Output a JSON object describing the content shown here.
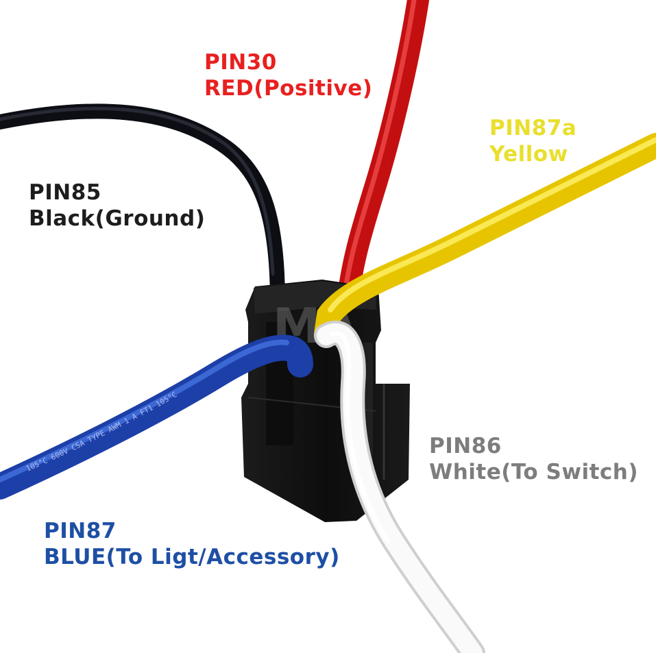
{
  "labels": {
    "pin30": {
      "pin": "PIN30",
      "desc": "RED(Positive)",
      "color": "#e8201f"
    },
    "pin87a": {
      "pin": "PIN87a",
      "desc": "Yellow",
      "color": "#e9df2c"
    },
    "pin85": {
      "pin": "PIN85",
      "desc": "Black(Ground)",
      "color": "#1d1d1d"
    },
    "pin86": {
      "pin": "PIN86",
      "desc": "White(To Switch)",
      "color": "#7d7d7d"
    },
    "pin87": {
      "pin": "PIN87",
      "desc": "BLUE(To Ligt/Accessory)",
      "color": "#1e4fa5"
    }
  },
  "wire_colors": {
    "red": "#e01b1b",
    "yellow": "#ffe10a",
    "black": "#22252e",
    "white": "#f7f7f7",
    "blue": "#1f4fc8",
    "socket": "#141414"
  },
  "watermark": "MA"
}
